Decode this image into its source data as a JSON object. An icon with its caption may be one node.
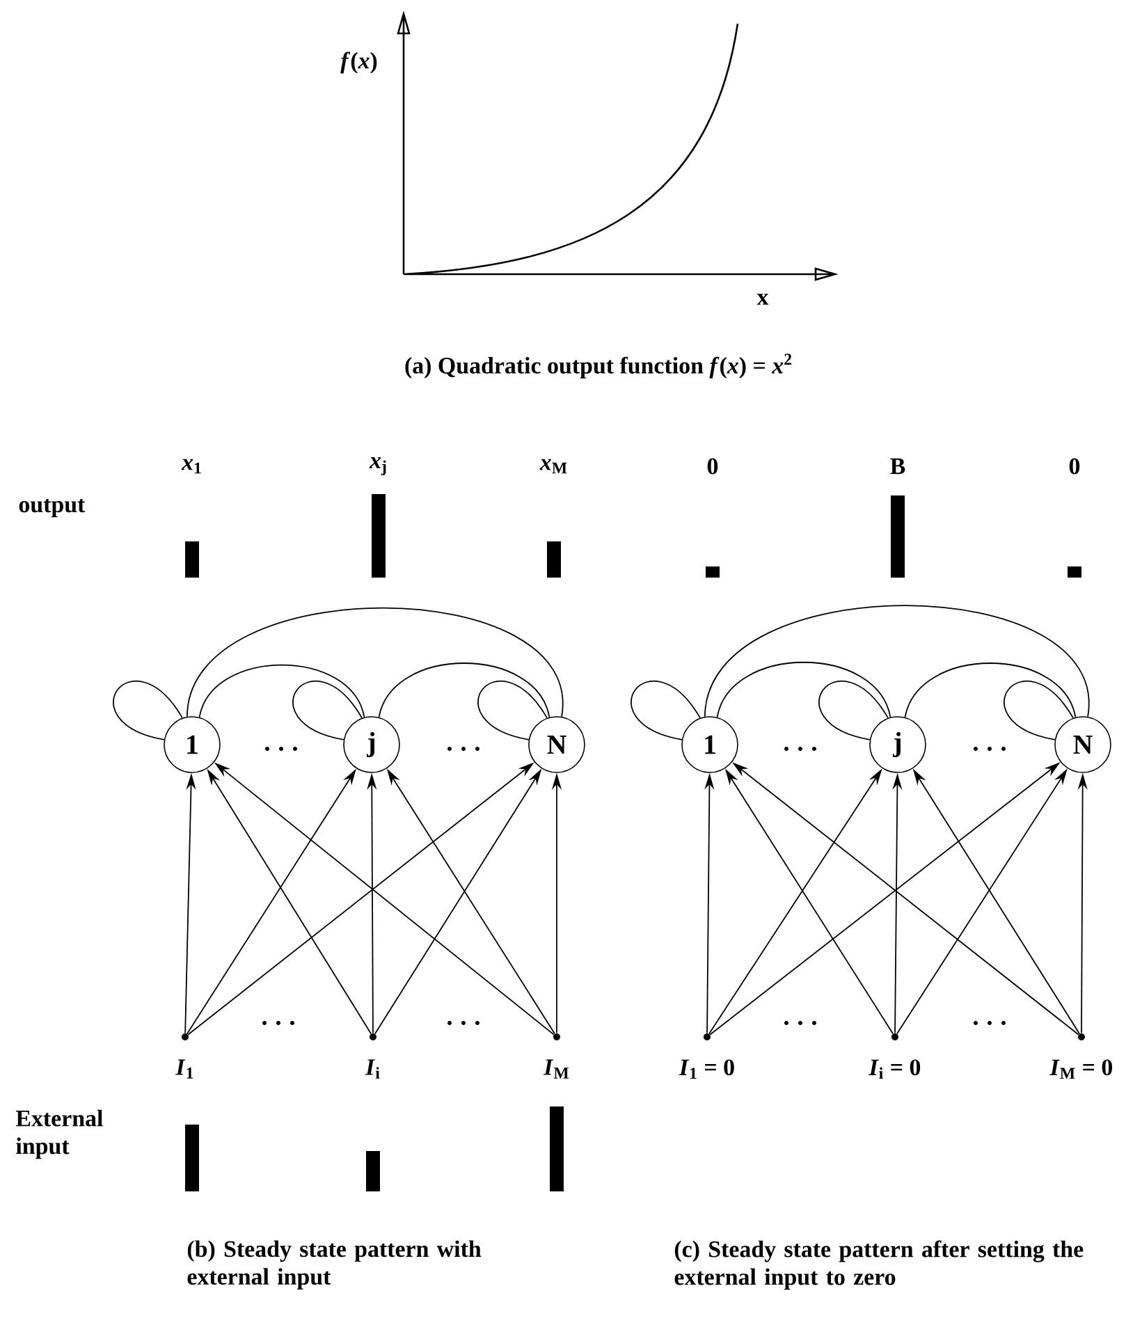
{
  "diagram": {
    "nodes": [
      {
        "text": [
          "1"
        ]
      },
      {
        "text": [
          "j"
        ]
      },
      {
        "text": [
          "N"
        ]
      },
      {
        "text": [
          "*I*$_{1}$"
        ]
      },
      {
        "text": [
          "*I*$_{i}$"
        ]
      },
      {
        "text": [
          "*I*$_{M}$"
        ]
      },
      {
        "text": [
          "1"
        ]
      },
      {
        "text": [
          "j"
        ]
      },
      {
        "text": [
          "N"
        ]
      },
      {
        "text": [
          "*I*$_{1}$ = 0"
        ]
      },
      {
        "text": [
          "*I*$_{i}$ = 0"
        ]
      },
      {
        "text": [
          "*I*$_{M}$ = 0"
        ]
      }
    ],
    "edges": [
      {
        "from": 0,
        "to": 0,
        "arrow": "none"
      },
      {
        "from": 1,
        "to": 1,
        "arrow": "none"
      },
      {
        "from": 2,
        "to": 2,
        "arrow": "none"
      },
      {
        "from": 0,
        "to": 1,
        "arrow": "none"
      },
      {
        "from": 1,
        "to": 2,
        "arrow": "none"
      },
      {
        "from": 0,
        "to": 2,
        "arrow": "none"
      },
      {
        "from": 3,
        "to": 0,
        "arrow": "to"
      },
      {
        "from": 3,
        "to": 1,
        "arrow": "to"
      },
      {
        "from": 3,
        "to": 2,
        "arrow": "to"
      },
      {
        "from": 4,
        "to": 0,
        "arrow": "to"
      },
      {
        "from": 4,
        "to": 1,
        "arrow": "to"
      },
      {
        "from": 4,
        "to": 2,
        "arrow": "to"
      },
      {
        "from": 5,
        "to": 0,
        "arrow": "to"
      },
      {
        "from": 5,
        "to": 1,
        "arrow": "to"
      },
      {
        "from": 5,
        "to": 2,
        "arrow": "to"
      },
      {
        "from": 6,
        "to": 6,
        "arrow": "none"
      },
      {
        "from": 7,
        "to": 7,
        "arrow": "none"
      },
      {
        "from": 8,
        "to": 8,
        "arrow": "none"
      },
      {
        "from": 6,
        "to": 7,
        "arrow": "none"
      },
      {
        "from": 7,
        "to": 8,
        "arrow": "none"
      },
      {
        "from": 6,
        "to": 8,
        "arrow": "none"
      },
      {
        "from": 9,
        "to": 6,
        "arrow": "to"
      },
      {
        "from": 9,
        "to": 7,
        "arrow": "to"
      },
      {
        "from": 9,
        "to": 8,
        "arrow": "to"
      },
      {
        "from": 10,
        "to": 6,
        "arrow": "to"
      },
      {
        "from": 10,
        "to": 7,
        "arrow": "to"
      },
      {
        "from": 10,
        "to": 8,
        "arrow": "to"
      },
      {
        "from": 11,
        "to": 6,
        "arrow": "to"
      },
      {
        "from": 11,
        "to": 7,
        "arrow": "to"
      },
      {
        "from": 11,
        "to": 8,
        "arrow": "to"
      }
    ],
    "labels": [
      "*f*(*x*)",
      "x",
      "(a) Quadratic output function *f*(*x*) = *x*$^{2}$",
      "*x*$_{1}$",
      "*x*$_{j}$",
      "*x*$_{M}$",
      "0",
      "B",
      "0",
      "output",
      "External input",
      "(b) Steady state pattern with external input",
      "(c) Steady state pattern after setting the external input to zero"
    ]
  }
}
